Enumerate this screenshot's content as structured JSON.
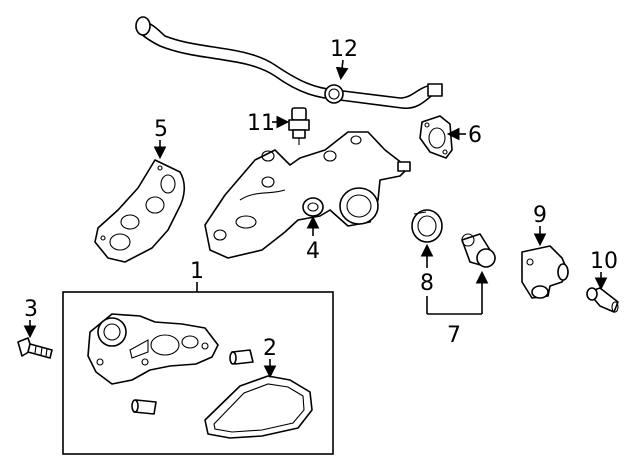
{
  "callouts": {
    "c1": "1",
    "c2": "2",
    "c3": "3",
    "c4": "4",
    "c5": "5",
    "c6": "6",
    "c7": "7",
    "c8": "8",
    "c9": "9",
    "c10": "10",
    "c11": "11",
    "c12": "12"
  },
  "parts": {
    "p1": "water-pump-assembly",
    "p2": "pump-gasket",
    "p3": "pump-bolt",
    "p4": "water-outlet-housing",
    "p5": "housing-gasket",
    "p6": "outlet-gasket",
    "p7": "thermostat-set",
    "p8": "thermostat-seal",
    "p9": "water-outlet-elbow",
    "p10": "elbow-connector",
    "p11": "temperature-sensor",
    "p12": "bypass-pipe"
  }
}
